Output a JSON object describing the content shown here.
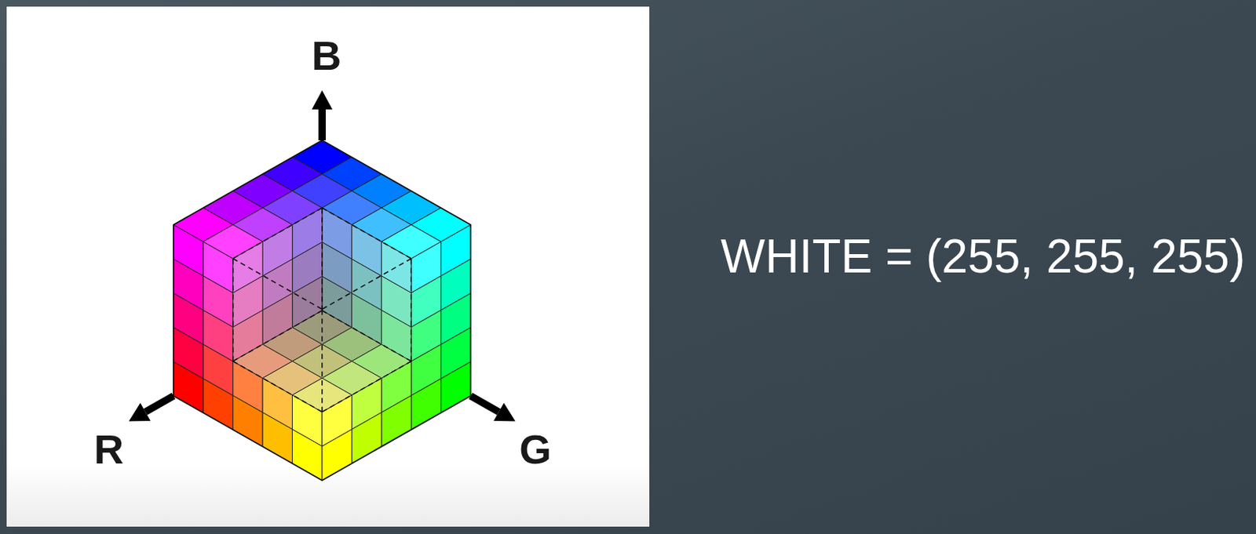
{
  "diagram": {
    "labels": [
      "B",
      "R",
      "G",
      "WHITE = (255, 255, 255)"
    ]
  }
}
